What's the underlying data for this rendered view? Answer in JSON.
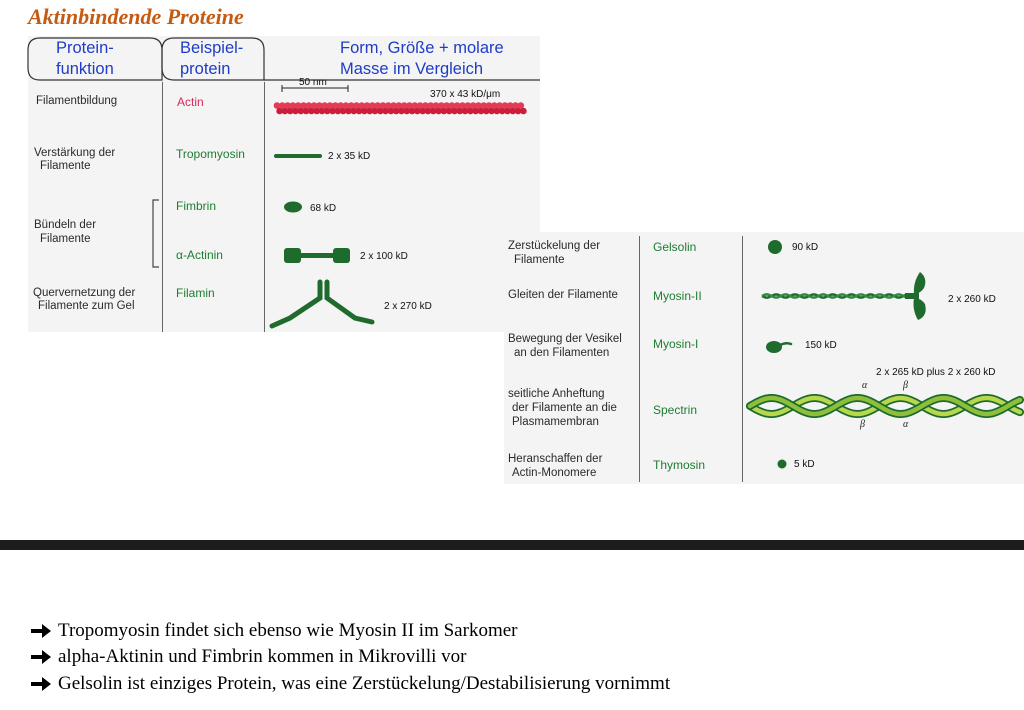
{
  "title": "Aktinbindende Proteine",
  "headers": {
    "function": "Protein- funktion",
    "function_line1": "Protein-",
    "function_line2": "funktion",
    "example_line1": "Beispiel-",
    "example_line2": "protein",
    "comparison_line1": "Form, Größe + molare",
    "comparison_line2": "Masse im Vergleich"
  },
  "scale_label": "50 nm",
  "left_rows": [
    {
      "function": [
        "Filamentbildung"
      ],
      "protein": "Actin",
      "size": "370 x 43 kD/μm"
    },
    {
      "function": [
        "Verstärkung der",
        "Filamente"
      ],
      "protein": "Tropomyosin",
      "size": "2 x 35 kD"
    },
    {
      "function": [
        "Bündeln der",
        "Filamente"
      ],
      "protein": "Fimbrin",
      "size": "68 kD"
    },
    {
      "function": [],
      "protein": "α-Actinin",
      "size": "2 x 100 kD"
    },
    {
      "function": [
        "Quervernetzung der",
        "Filamente zum Gel"
      ],
      "protein": "Filamin",
      "size": "2 x 270 kD"
    }
  ],
  "right_rows": [
    {
      "function": [
        "Zerstückelung der",
        "Filamente"
      ],
      "protein": "Gelsolin",
      "size": "90 kD"
    },
    {
      "function": [
        "Gleiten der Filamente"
      ],
      "protein": "Myosin-II",
      "size": "2 x 260 kD"
    },
    {
      "function": [
        "Bewegung der Vesikel",
        "an den Filamenten"
      ],
      "protein": "Myosin-I",
      "size": "150 kD"
    },
    {
      "function": [
        "seitliche Anheftung",
        "der Filamente an die",
        "Plasmamembran"
      ],
      "protein": "Spectrin",
      "size": "2 x 265 kD plus 2 x 260 kD"
    },
    {
      "function": [
        "Heranschaffen der",
        "Actin-Monomere"
      ],
      "protein": "Thymosin",
      "size": "5 kD"
    }
  ],
  "greek": {
    "alpha": "α",
    "beta": "β"
  },
  "notes": [
    "Tropomyosin findet sich ebenso wie Myosin II im Sarkomer",
    "alpha-Aktinin und Fimbrin kommen in Mikrovilli vor",
    "Gelsolin ist einziges Protein, was eine Zerstückelung/Destabilisierung vornimmt"
  ],
  "colors": {
    "title": "#c65a11",
    "header_text": "#1f3cc8",
    "protein_green": "#1e7d32",
    "actin_red": "#d42a5a",
    "shape_green": "#1f6b2e",
    "spectrin_light": "#b7d84a"
  },
  "icons": {
    "note_bullet": "arrow-right-icon"
  }
}
